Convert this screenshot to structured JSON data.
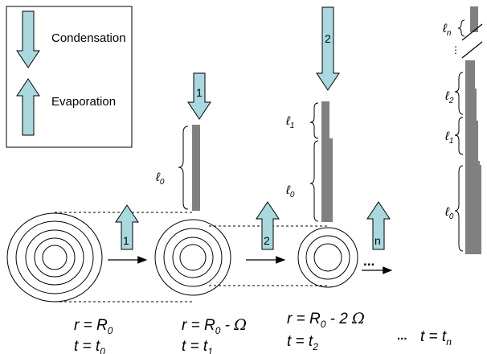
{
  "legend": {
    "condensation": "Condensation",
    "evaporation": "Evaporation"
  },
  "arrow_numbers": {
    "cond_1": "1",
    "cond_2": "2",
    "evap_1": "1",
    "evap_2": "2",
    "evap_n": "n"
  },
  "layers": {
    "l0_a": "ℓ",
    "l0_a_sub": "0",
    "l1": "ℓ",
    "l1_sub": "1",
    "l0_b": "ℓ",
    "l0_b_sub": "0",
    "right_n": "ℓ",
    "right_n_sub": "n",
    "right_dots": "⋮",
    "right_2": "ℓ",
    "right_2_sub": "2",
    "right_1": "ℓ",
    "right_1_sub": "1",
    "right_0": "ℓ",
    "right_0_sub": "0"
  },
  "ellipsis": "...",
  "stages": [
    {
      "r_prefix": "r = R",
      "r_sub": "0",
      "r_suffix": "",
      "r_omega": "",
      "t_prefix": "t = t",
      "t_sub": "0"
    },
    {
      "r_prefix": "r = R",
      "r_sub": "0",
      "r_suffix": " - ",
      "r_omega": "Ω",
      "t_prefix": "t = t",
      "t_sub": "1"
    },
    {
      "r_prefix": "r = R",
      "r_sub": "0",
      "r_suffix": " - 2 ",
      "r_omega": "Ω",
      "t_prefix": "t = t",
      "t_sub": "2"
    }
  ],
  "final_stage": {
    "dots": "...",
    "t_prefix": "t = t",
    "t_sub": "n"
  },
  "colors": {
    "arrow_fill": "#a9d8de",
    "stroke": "#000000"
  }
}
